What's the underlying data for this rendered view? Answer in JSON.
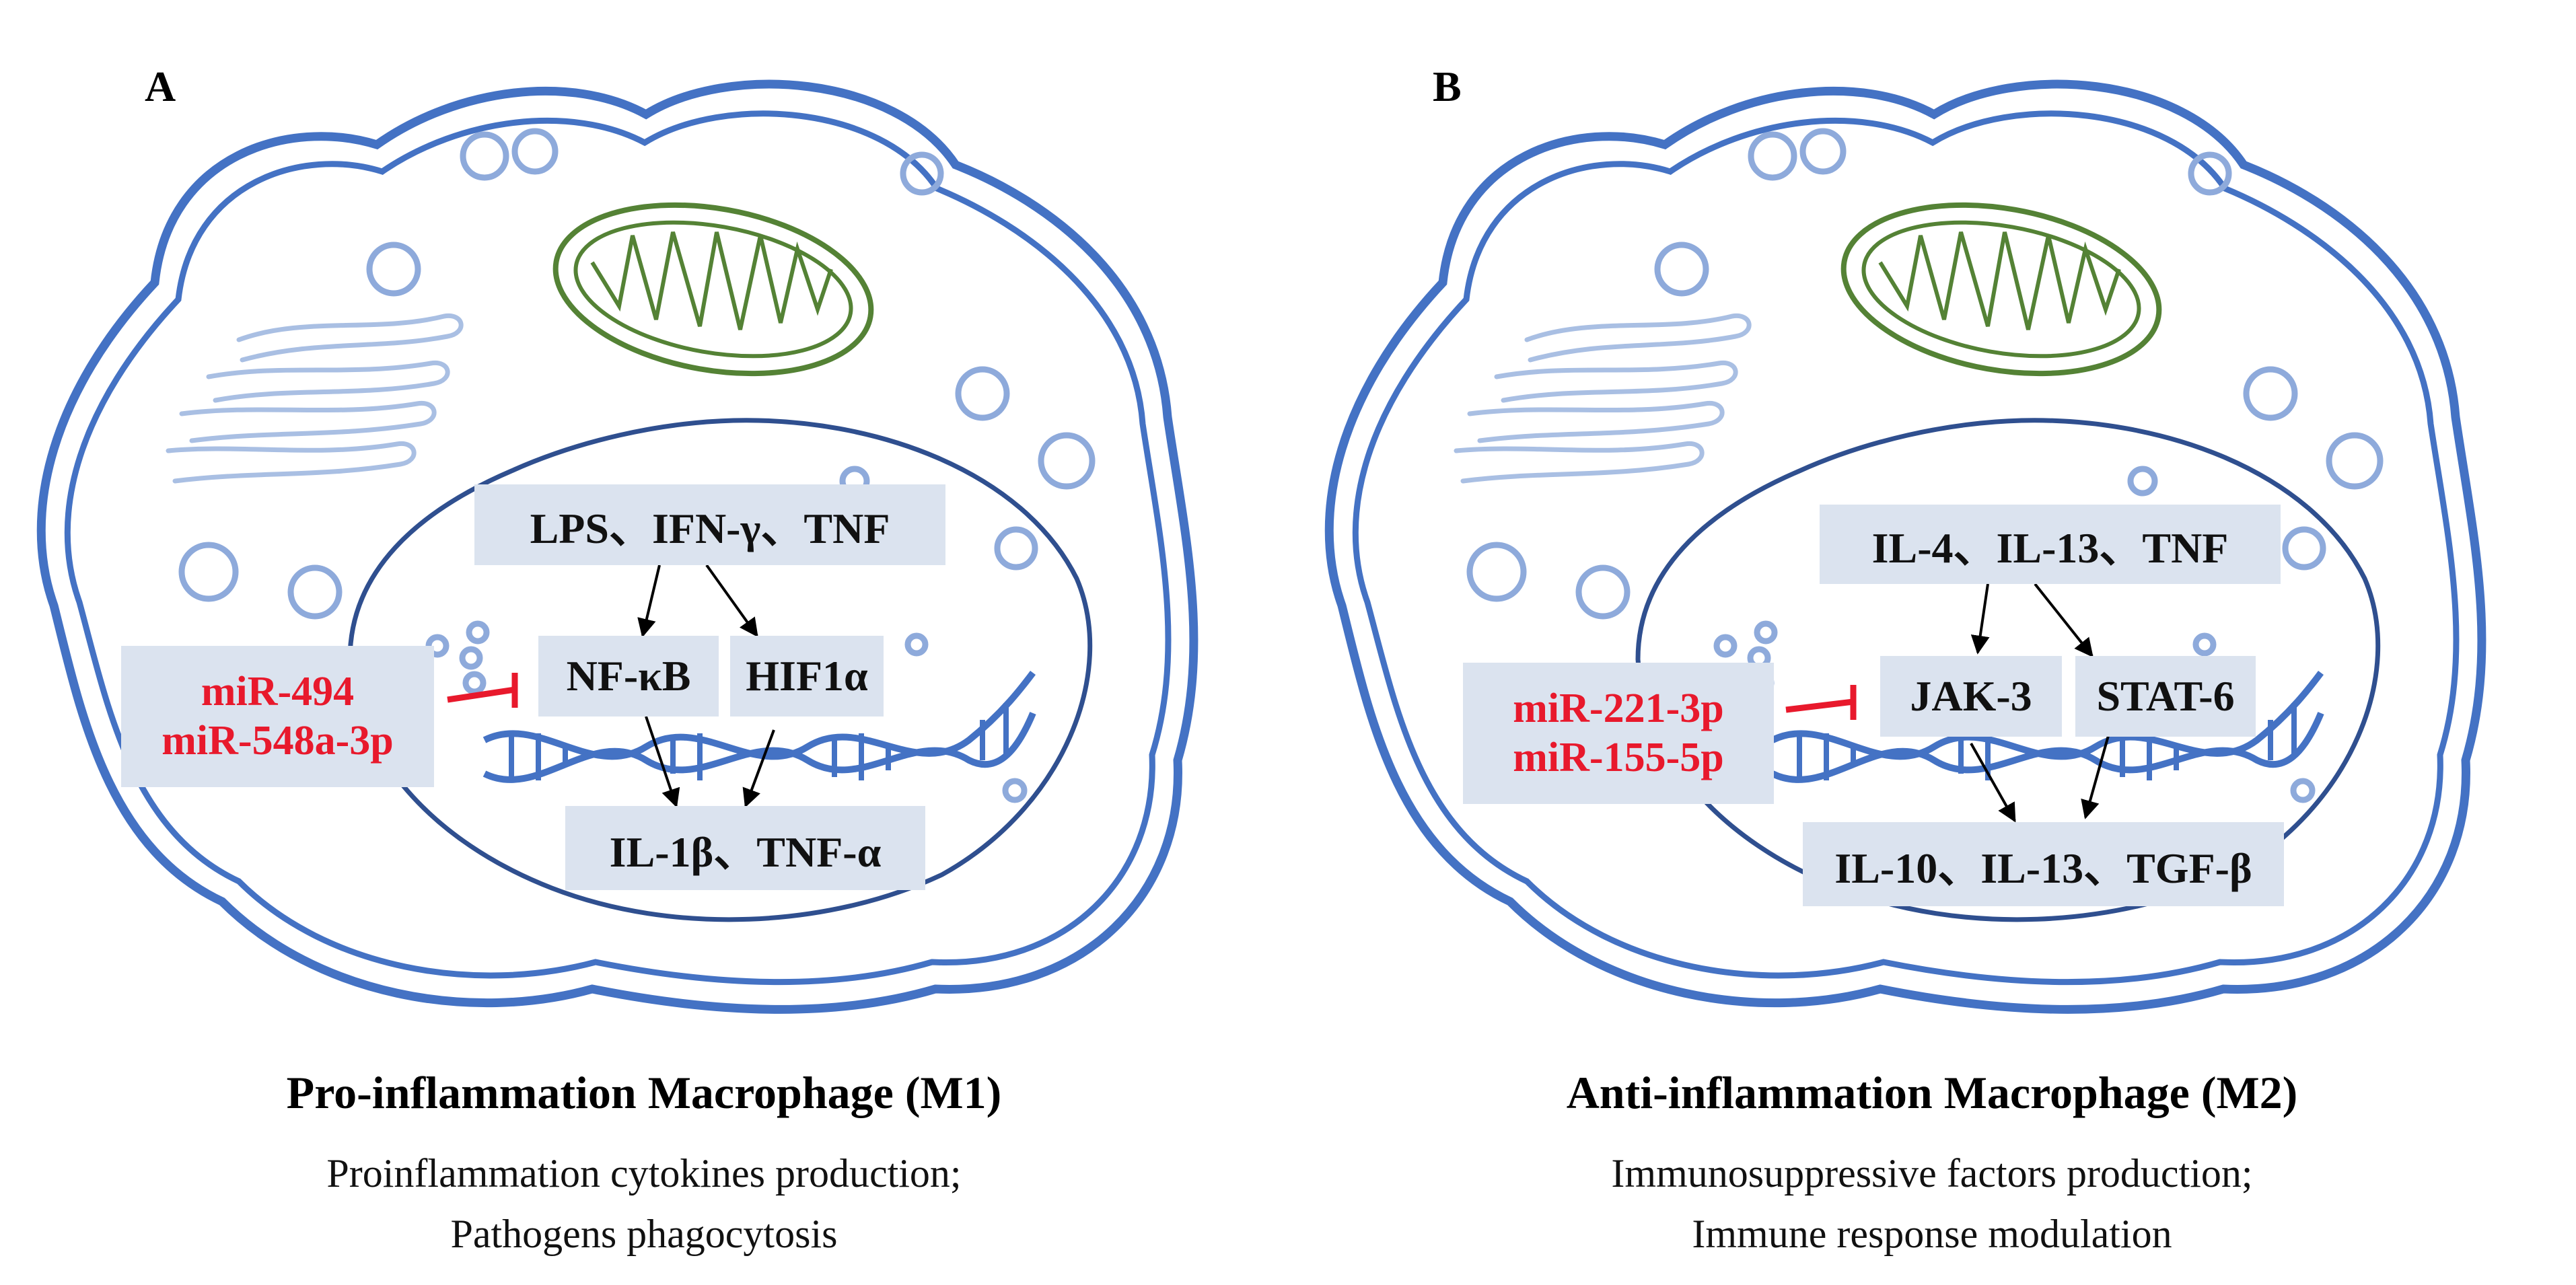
{
  "panels": [
    {
      "letter": "A",
      "stimuli": "LPS、IFN-γ、TNF",
      "node_left": "NF-κB",
      "node_right": "HIF1α",
      "outputs": "IL-1β、TNF-α",
      "mirnas": [
        "miR-494",
        "miR-548a-3p"
      ],
      "title": "Pro-inflammation Macrophage (M1)",
      "description": [
        "Proinflammation cytokines production;",
        "Pathogens phagocytosis"
      ]
    },
    {
      "letter": "B",
      "stimuli": "IL-4、IL-13、TNF",
      "node_left": "JAK-3",
      "node_right": "STAT-6",
      "outputs": "IL-10、IL-13、TGF-β",
      "mirnas": [
        "miR-221-3p",
        "miR-155-5p"
      ],
      "title": "Anti-inflammation Macrophage (M2)",
      "description": [
        "Immunosuppressive factors production;",
        "Immune response modulation"
      ]
    }
  ],
  "colors": {
    "membrane": "#4472c4",
    "vesicle": "#8eaadb",
    "nucleus": "#2f4f8f",
    "mitochondria": "#548235",
    "mirna_text": "#e8192c",
    "inhibition": "#e8192c",
    "box_fill": "#dbe3ef"
  }
}
